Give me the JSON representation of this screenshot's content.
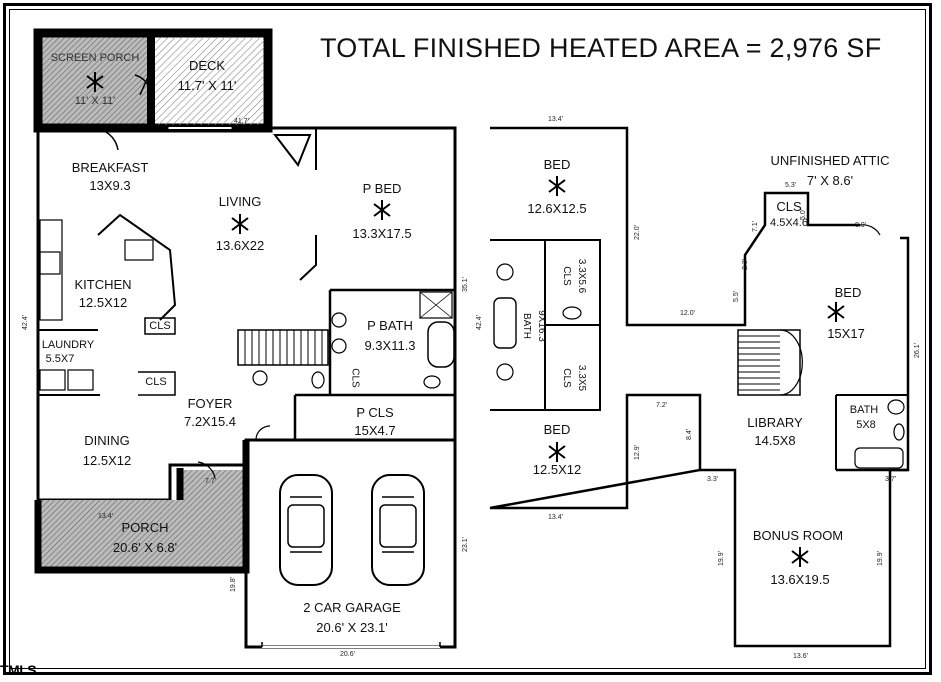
{
  "title": "TOTAL FINISHED HEATED AREA = 2,976 SF",
  "watermark": "TMLS",
  "first_floor": {
    "screen_porch": {
      "name": "SCREEN PORCH",
      "size": "11' X 11'"
    },
    "deck": {
      "name": "DECK",
      "size": "11.7' X 11'"
    },
    "breakfast": {
      "name": "BREAKFAST",
      "size": "13X9.3"
    },
    "living": {
      "name": "LIVING",
      "size": "13.6X22"
    },
    "p_bed": {
      "name": "P BED",
      "size": "13.3X17.5"
    },
    "kitchen": {
      "name": "KITCHEN",
      "size": "12.5X12"
    },
    "kitchen_cls": "CLS",
    "laundry": {
      "name": "LAUNDRY",
      "size": "5.5X7"
    },
    "p_bath": {
      "name": "P BATH",
      "size": "9.3X11.3"
    },
    "bath_cls": "CLS",
    "foyer_cls": "CLS",
    "foyer": {
      "name": "FOYER",
      "size": "7.2X15.4"
    },
    "p_cls": {
      "name": "P CLS",
      "size": "15X4.7"
    },
    "dining": {
      "name": "DINING",
      "size": "12.5X12"
    },
    "porch": {
      "name": "PORCH",
      "size": "20.6' X 6.8'"
    },
    "garage": {
      "name": "2 CAR GARAGE",
      "size": "20.6' X 23.1'"
    }
  },
  "second_floor": {
    "bed_top": {
      "name": "BED",
      "size": "12.6X12.5"
    },
    "bed_bottom": {
      "name": "BED",
      "size": "12.5X12"
    },
    "cls_top": {
      "name": "CLS",
      "size": "3.3X5.6"
    },
    "cls_bottom": {
      "name": "CLS",
      "size": "3.3X5"
    },
    "bath": {
      "name": "BATH",
      "size": "9X16.3"
    },
    "attic": {
      "name": "UNFINISHED ATTIC",
      "size": "7' X 8.6'"
    },
    "attic_cls": {
      "name": "CLS",
      "size": "4.5X4.6"
    },
    "bed_right": {
      "name": "BED",
      "size": "15X17"
    },
    "library": {
      "name": "LIBRARY",
      "size": "14.5X8"
    },
    "bath_small": {
      "name": "BATH",
      "size": "5X8"
    },
    "bonus": {
      "name": "BONUS ROOM",
      "size": "13.6X19.5"
    }
  },
  "dimensions": {
    "d_41_7": "41.7'",
    "d_42_4": "42.4'",
    "d_35_1": "35.1'",
    "d_7_7": "7.7'",
    "d_13_4_porch": "13.4'",
    "d_19_8": "19.8'",
    "d_20_6": "20.6'",
    "d_23_1": "23.1'",
    "d_13_4_top": "13.4'",
    "d_22_0": "22.0'",
    "d_42_4_b": "42.4'",
    "d_12_0": "12.0'",
    "d_13_4_bottom": "13.4'",
    "d_12_9": "12.9'",
    "d_7_2": "7.2'",
    "d_8_4": "8.4'",
    "d_5_3": "5.3'",
    "d_7_1": "7.1'",
    "d_5_0": "5.0'",
    "d_8_9": "8.9'",
    "d_2_3": "2.3'",
    "d_5_5": "5.5'",
    "d_26_1": "26.1'",
    "d_3_3": "3.3'",
    "d_3_7": "3.7'",
    "d_19_9_l": "19.9'",
    "d_19_9_r": "19.9'",
    "d_13_6": "13.6'"
  }
}
